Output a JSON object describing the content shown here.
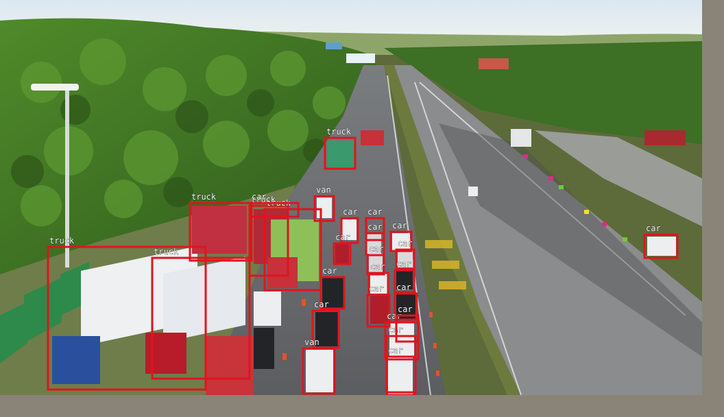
{
  "box_color": "#e0141e",
  "detections": [
    {
      "label": "truck"
    },
    {
      "label": "van"
    },
    {
      "label": "truck"
    },
    {
      "label": "truck"
    },
    {
      "label": "truck"
    },
    {
      "label": "truck"
    },
    {
      "label": "truck"
    },
    {
      "label": "car"
    },
    {
      "label": "car"
    },
    {
      "label": "car"
    },
    {
      "label": "car"
    },
    {
      "label": "car"
    },
    {
      "label": "car"
    },
    {
      "label": "car"
    },
    {
      "label": "car"
    },
    {
      "label": "car"
    },
    {
      "label": "car"
    },
    {
      "label": "car"
    },
    {
      "label": "car"
    },
    {
      "label": "car"
    },
    {
      "label": "car"
    },
    {
      "label": "van"
    },
    {
      "label": "car"
    },
    {
      "label": "car"
    },
    {
      "label": "car"
    },
    {
      "label": "car"
    },
    {
      "label": "car"
    }
  ]
}
